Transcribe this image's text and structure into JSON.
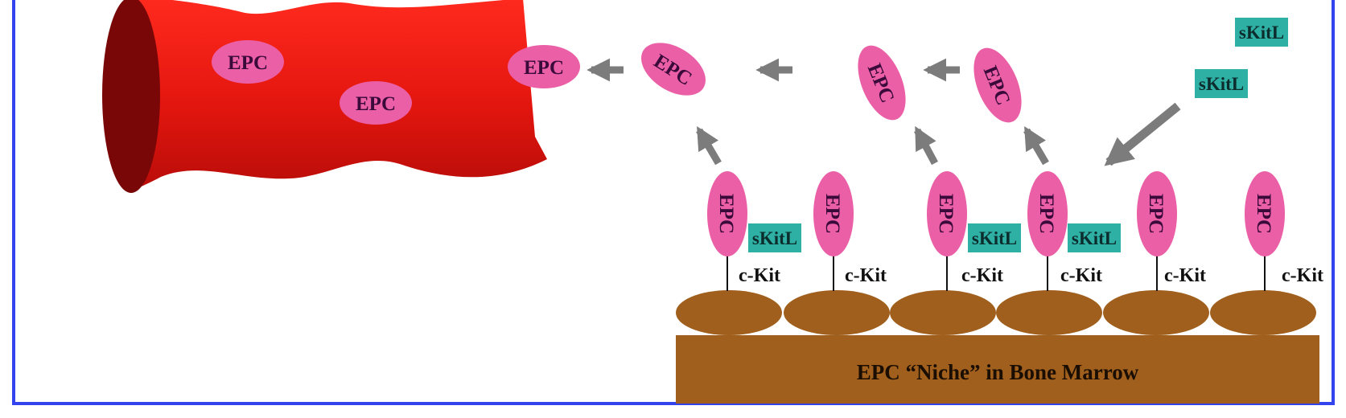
{
  "labels": {
    "epc": "EPC",
    "skitl": "sKitL",
    "ckit": "c-Kit",
    "niche": "EPC “Niche” in Bone Marrow"
  },
  "colors": {
    "frame": "#3344ee",
    "vessel": "#e3160f",
    "vessel_dark": "#7a0707",
    "cell": "#ea5fa6",
    "ligand": "#2fb0a5",
    "stroma": "#a05f1c",
    "arrow": "#7c7c7c"
  }
}
